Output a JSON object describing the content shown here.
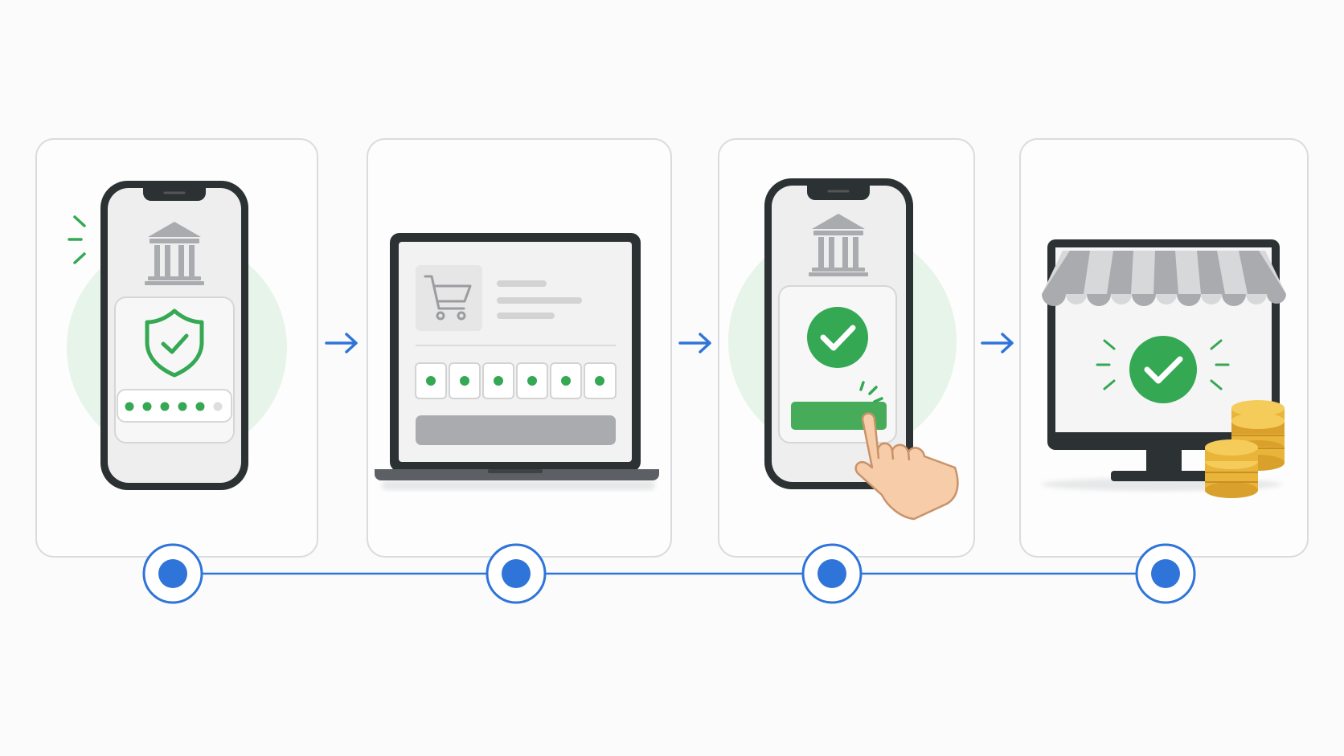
{
  "diagram": {
    "steps": [
      {
        "icon": "bank-icon",
        "badge": "shield-check-icon",
        "pin_entered": 5,
        "pin_length": 6
      },
      {
        "icon": "shopping-cart-icon",
        "code_boxes": 6
      },
      {
        "icon": "bank-icon",
        "badge": "check-circle-icon",
        "action": "tap-confirm-button"
      },
      {
        "icon": "storefront-icon",
        "badge": "check-circle-icon",
        "extra": "coin-stack-icon"
      }
    ],
    "connectors": [
      "arrow-right-icon",
      "arrow-right-icon",
      "arrow-right-icon"
    ],
    "timeline_nodes": 4
  },
  "colors": {
    "accent_blue": "#2f74d8",
    "success_green": "#34a853",
    "soft_green": "#e7f4e9",
    "device_dark": "#2c3133",
    "card_border": "#d9dcdf",
    "neutral_gray": "#a9abae",
    "coin_gold": "#e9b43a",
    "hand_skin": "#f6cda8"
  }
}
